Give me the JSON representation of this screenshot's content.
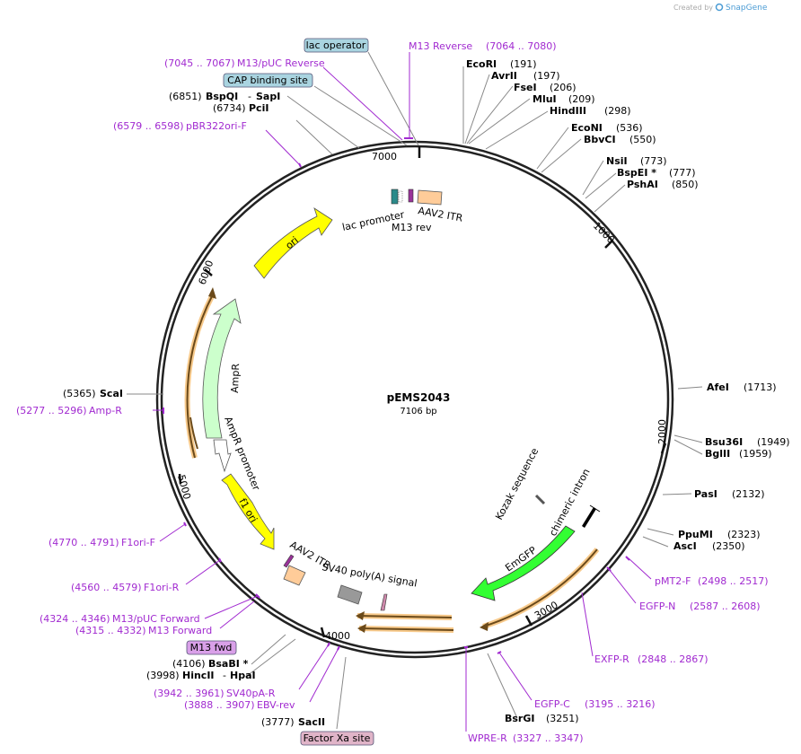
{
  "watermark": {
    "prefix": "Created by",
    "brand": "SnapGene"
  },
  "plasmid": {
    "name": "pEMS2043",
    "length_label": "7106 bp"
  },
  "ruler_ticks": [
    "1000",
    "2000",
    "3000",
    "4000",
    "5000",
    "6000",
    "7000"
  ],
  "features": [
    {
      "label": "ori",
      "color": "#ffff00"
    },
    {
      "label": "AmpR",
      "color": "#ccffcc"
    },
    {
      "label": "AmpR promoter",
      "color": "#ffffff"
    },
    {
      "label": "f1 ori",
      "color": "#ffff00"
    },
    {
      "label": "AAV2 ITR",
      "color": "#ffcc99"
    },
    {
      "label": "AAV2 ITR",
      "color": "#ffcc99"
    },
    {
      "label": "SV40 poly(A) signal",
      "color": "#999999"
    },
    {
      "label": "EmGFP",
      "color": "#33ff33"
    },
    {
      "label": "chimeric intron",
      "color": "#000000"
    },
    {
      "label": "Kozak sequence",
      "color": "#ffffff"
    },
    {
      "label": "lac promoter",
      "color": "#2b8a8a"
    },
    {
      "label": "M13 rev",
      "color": "#993399"
    }
  ],
  "boxed_labels": [
    {
      "text": "lac operator",
      "color": "#a9d4e0"
    },
    {
      "text": "CAP binding site",
      "color": "#a9d4e0"
    },
    {
      "text": "M13 fwd",
      "color": "#d9a0e8"
    },
    {
      "text": "Factor Xa site",
      "color": "#e0b4c8"
    }
  ],
  "site_labels": [
    {
      "pos": "(191)",
      "name": "EcoRI"
    },
    {
      "pos": "(197)",
      "name": "AvrII"
    },
    {
      "pos": "(206)",
      "name": "FseI"
    },
    {
      "pos": "(209)",
      "name": "MluI"
    },
    {
      "pos": "(298)",
      "name": "HindIII"
    },
    {
      "pos": "(536)",
      "name": "EcoNI"
    },
    {
      "pos": "(550)",
      "name": "BbvCI"
    },
    {
      "pos": "(773)",
      "name": "NsiI"
    },
    {
      "pos": "(777)",
      "name": "BspEI *"
    },
    {
      "pos": "(850)",
      "name": "PshAI"
    },
    {
      "pos": "(1713)",
      "name": "AfeI"
    },
    {
      "pos": "(1949)",
      "name": "Bsu36I"
    },
    {
      "pos": "(1959)",
      "name": "BglII"
    },
    {
      "pos": "(2132)",
      "name": "PasI"
    },
    {
      "pos": "(2323)",
      "name": "PpuMI"
    },
    {
      "pos": "(2350)",
      "name": "AscI"
    },
    {
      "pos": "(3251)",
      "name": "BsrGI"
    },
    {
      "pos": "(3777)",
      "name": "SacII"
    },
    {
      "pos": "(3998)",
      "name": "HincII",
      "name2": "HpaI"
    },
    {
      "pos": "(4106)",
      "name": "BsaBI *"
    },
    {
      "pos": "(5365)",
      "name": "ScaI"
    },
    {
      "pos": "(6734)",
      "name": "PciI"
    },
    {
      "pos": "(6851)",
      "name": "BspQI",
      "name2": "SapI"
    }
  ],
  "primer_labels": [
    {
      "name": "M13 Reverse",
      "range": "(7064 .. 7080)"
    },
    {
      "name": "M13/pUC Reverse",
      "range": "(7045 .. 7067)"
    },
    {
      "name": "pBR322ori-F",
      "range": "(6579 .. 6598)"
    },
    {
      "name": "Amp-R",
      "range": "(5277 .. 5296)"
    },
    {
      "name": "F1ori-F",
      "range": "(4770 .. 4791)"
    },
    {
      "name": "F1ori-R",
      "range": "(4560 .. 4579)"
    },
    {
      "name": "M13/pUC Forward",
      "range": "(4324 .. 4346)"
    },
    {
      "name": "M13 Forward",
      "range": "(4315 .. 4332)"
    },
    {
      "name": "SV40pA-R",
      "range": "(3942 .. 3961)"
    },
    {
      "name": "EBV-rev",
      "range": "(3888 .. 3907)"
    },
    {
      "name": "pMT2-F",
      "range": "(2498 .. 2517)"
    },
    {
      "name": "EGFP-N",
      "range": "(2587 .. 2608)"
    },
    {
      "name": "EXFP-R",
      "range": "(2848 .. 2867)"
    },
    {
      "name": "EGFP-C",
      "range": "(3195 .. 3216)"
    },
    {
      "name": "WPRE-R",
      "range": "(3327 .. 3347)"
    }
  ]
}
